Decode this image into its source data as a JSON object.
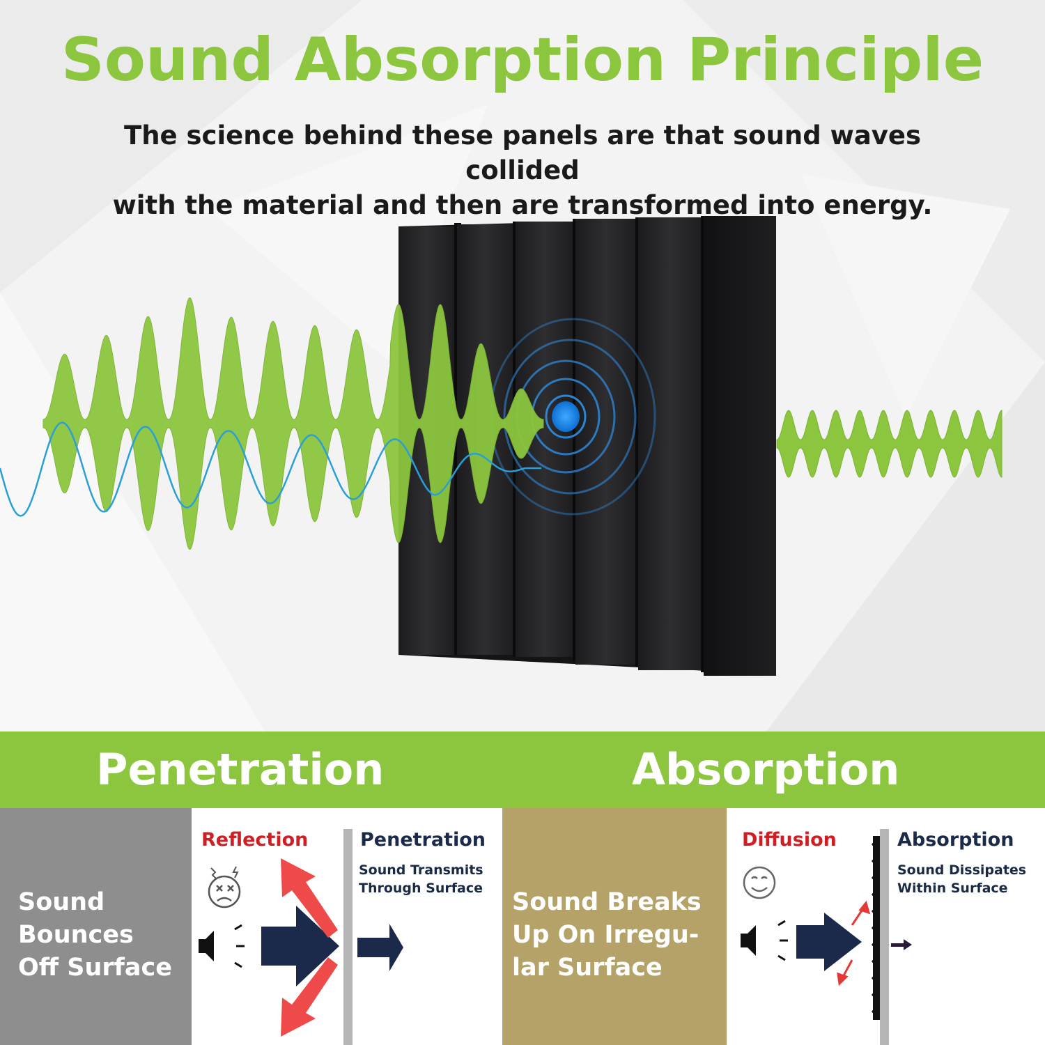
{
  "header": {
    "title": "Sound Absorption Principle",
    "subtitle_line1": "The science behind these panels are that sound waves collided",
    "subtitle_line2": "with the material and then are transformed into energy."
  },
  "band": {
    "left_label": "Penetration",
    "right_label": "Absorption"
  },
  "panels": {
    "bounce": {
      "line1": "Sound",
      "line2": "Bounces",
      "line3": "Off Surface"
    },
    "reflection": {
      "title": "Reflection"
    },
    "penetration": {
      "title": "Penetration",
      "sub1": "Sound Transmits",
      "sub2": "Through Surface"
    },
    "breaks": {
      "line1": "Sound Breaks",
      "line2": "Up On Irregu-",
      "line3": "lar Surface"
    },
    "diffusion": {
      "title": "Diffusion"
    },
    "absorption": {
      "title": "Absorption",
      "sub1": "Sound Dissipates",
      "sub2": "Within Surface"
    }
  },
  "icons": [
    "dizzy-face-icon",
    "speaker-icon",
    "smiley-face-icon",
    "arrow-icon"
  ],
  "colors": {
    "green": "#8cc63f",
    "navy": "#1b2a4a",
    "red": "#d01f24",
    "grey": "#8e8e8e",
    "tan": "#b5a268",
    "blue": "#1e88e5"
  }
}
